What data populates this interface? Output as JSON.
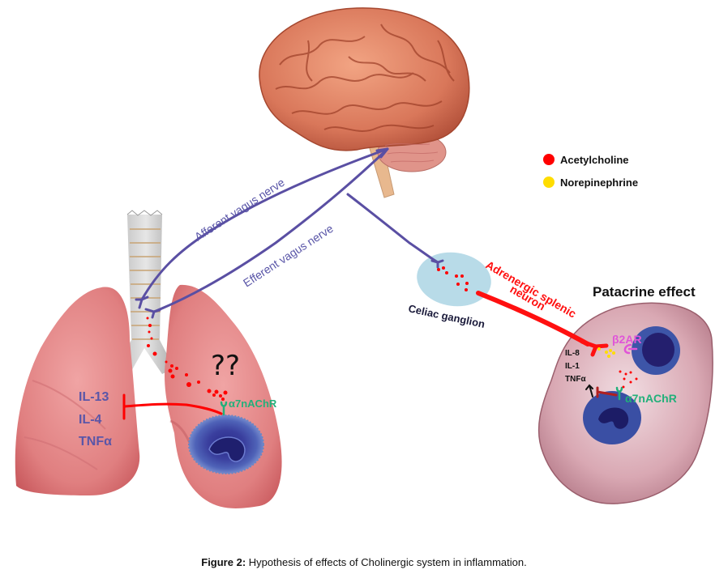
{
  "legend": {
    "items": [
      {
        "label": "Acetylcholine",
        "color": "#ff0000"
      },
      {
        "label": "Norepinephrine",
        "color": "#ffdd00"
      }
    ]
  },
  "labels": {
    "afferent": "Afferent vagus nerve",
    "efferent": "Efferent vagus nerve",
    "celiac": "Celiac ganglion",
    "adrenergic_line1": "Adrenergic splenic",
    "adrenergic_line2": "neuron",
    "patacrine": "Patacrine effect",
    "beta2ar": "β2AR",
    "a7_lung": "α7nAChR",
    "a7_spleen": "α7nAChR",
    "question": "??"
  },
  "lung_cytokines": [
    "IL-13",
    "IL-4",
    "TNFα"
  ],
  "spleen_cytokines": [
    "IL-8",
    "IL-1",
    "TNFα"
  ],
  "colors": {
    "nerve": "#5a4fa3",
    "acetylcholine": "#ff0000",
    "norepinephrine": "#ffdd00",
    "receptor_a7": "#22b07a",
    "receptor_b2": "#e055d8",
    "lung_cytokine_text": "#5a56a8",
    "celiac": "#b8dbe8",
    "inhibit_dark": "#b02020"
  },
  "caption": {
    "prefix": "Figure 2:",
    "text": " Hypothesis of effects of Cholinergic system in inflammation."
  }
}
